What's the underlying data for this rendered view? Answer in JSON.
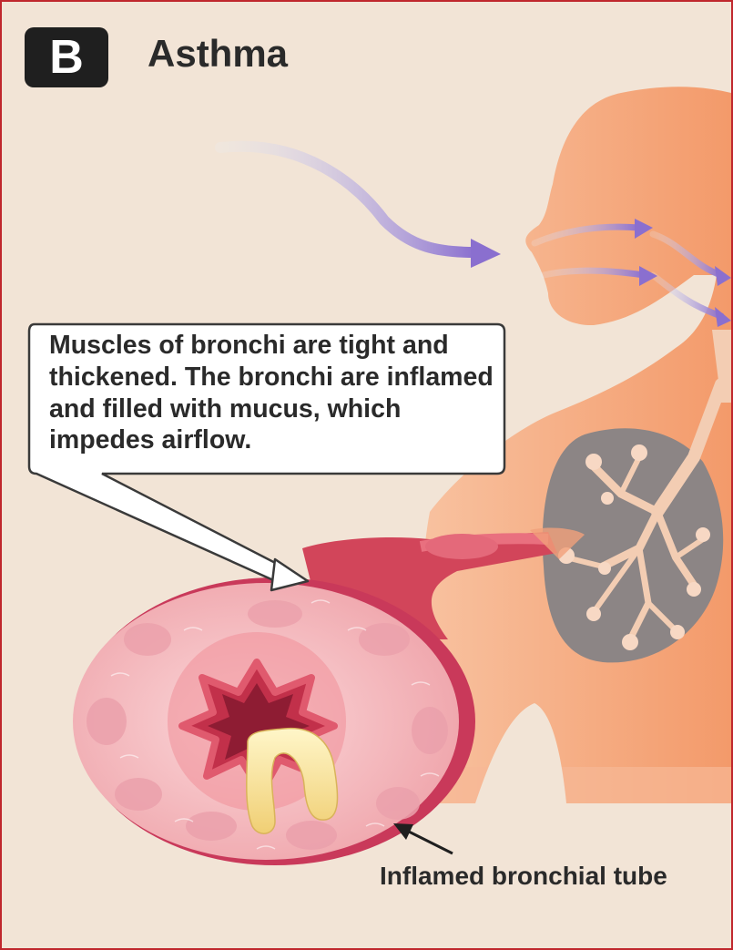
{
  "panel": {
    "letter": "B",
    "title": "Asthma"
  },
  "callout": {
    "text": "Muscles of bronchi are tight and thickened. The bronchi are inflamed and filled with mucus, which impedes airflow."
  },
  "label": {
    "text": "Inflamed bronchial tube"
  },
  "colors": {
    "frame": "#c0272d",
    "background": "#f2e4d6",
    "body": "#f4a77c",
    "lung": "#8c8585",
    "bronchi": "#f3cdb3",
    "tube": "#f4b6bb",
    "tube_dark": "#c43a4e",
    "mucus": "#f7e7a7",
    "air_arrow": "#8a6fcf"
  }
}
